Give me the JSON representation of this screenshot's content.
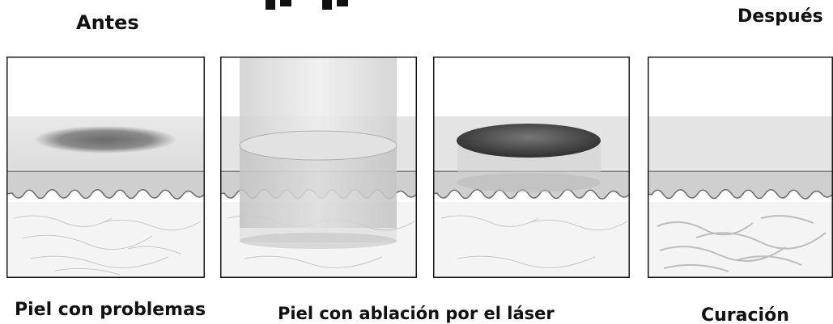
{
  "labels": {
    "before": "Antes",
    "after": "Después",
    "problem_skin": "Piel con problemas",
    "laser_ablation": "Piel con ablación por el láser",
    "healing": "Curación"
  },
  "colors": {
    "text": "#111111",
    "border": "#1a1a1a",
    "epidermis": "#e6e6e6",
    "dermis": "#f3f3f3",
    "lesion": "#5a5a5a",
    "beam": "#d8d8d8"
  },
  "panels": [
    {
      "id": "before",
      "lesion": "diffuse"
    },
    {
      "id": "laser-beam",
      "lesion": "none"
    },
    {
      "id": "ablated",
      "lesion": "dark-disc"
    },
    {
      "id": "healed",
      "lesion": "none"
    }
  ]
}
